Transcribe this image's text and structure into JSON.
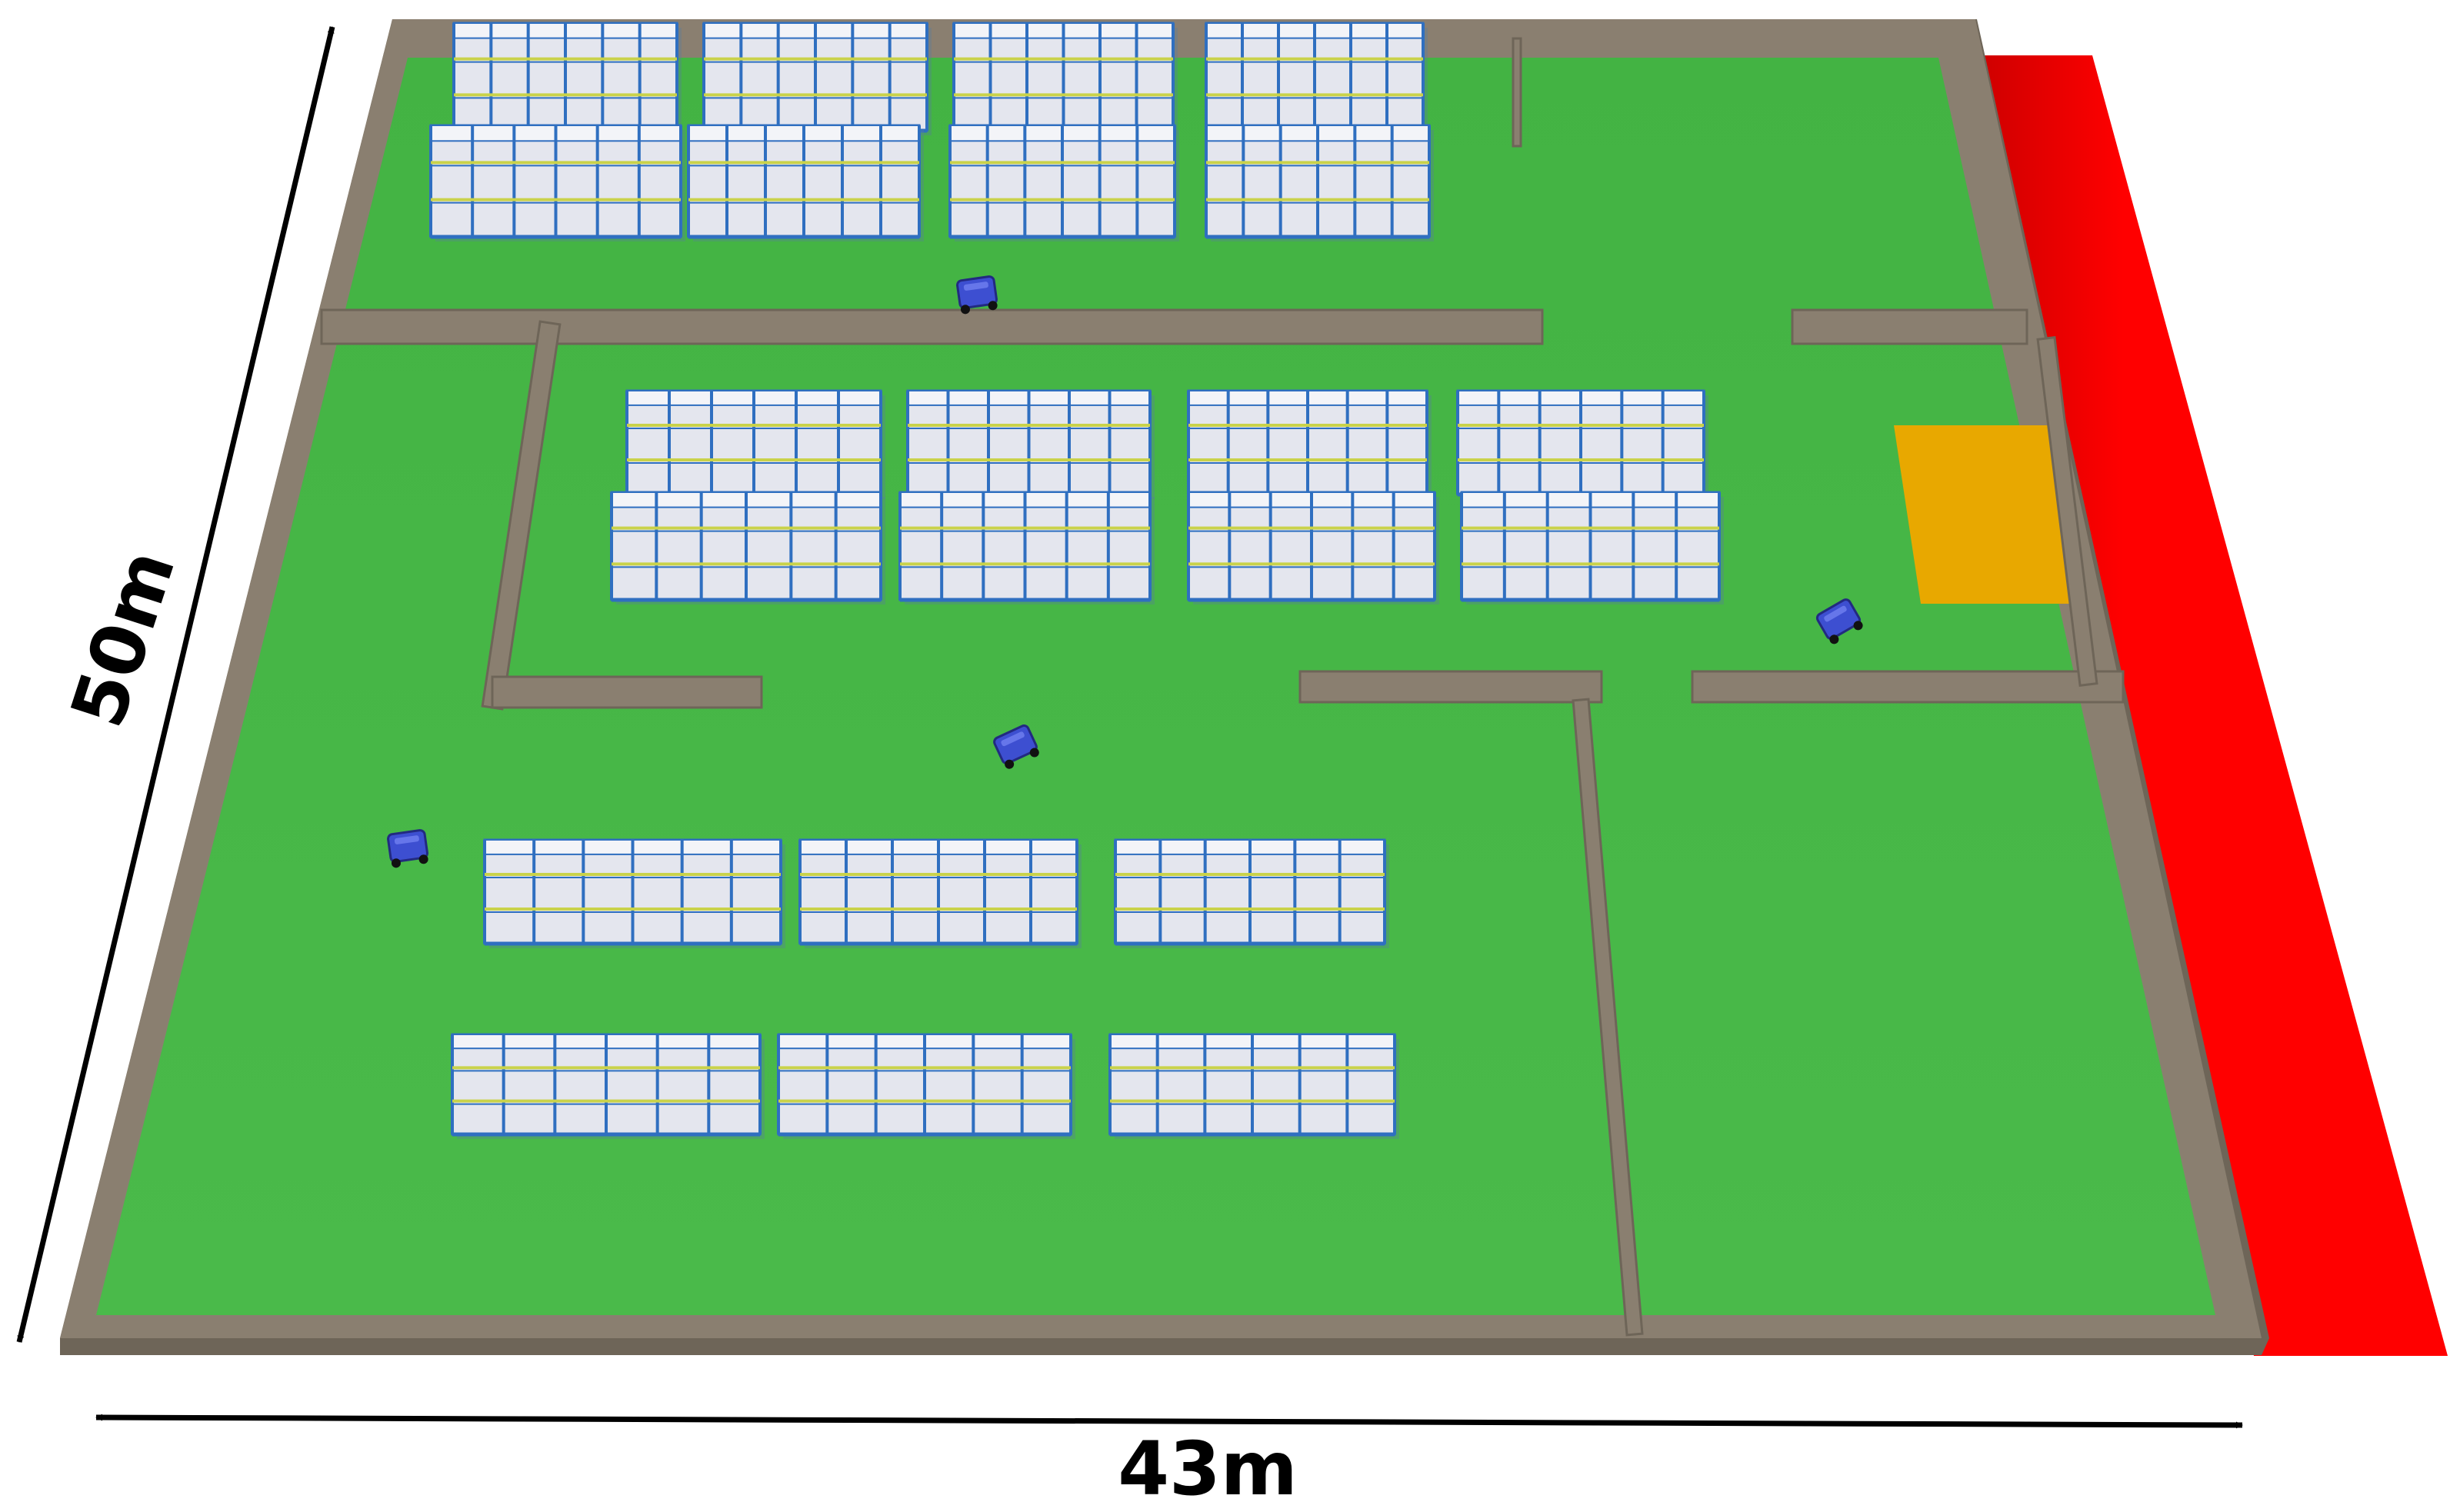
{
  "dimensions": {
    "width_label": "43m",
    "depth_label": "50m"
  },
  "colors": {
    "floor": "#46b746",
    "floor_dark": "#3aa03a",
    "wall_top": "#8a7f70",
    "wall_side": "#6e6558",
    "dock_strip": "#ff0000",
    "staging_area": "#e8a800",
    "robot": "#3d4fd1",
    "shelf_frame": "#2f6fc0",
    "shelf_panel": "#e4e6ee",
    "shelf_beam": "#c9d24a",
    "arrow": "#000000"
  },
  "layout": {
    "rack_groups": {
      "top_room_row1": 4,
      "top_room_row2": 4,
      "middle_room_row1": 4,
      "middle_room_row2": 4,
      "lower_left_row1": 3,
      "lower_left_row2": 3
    },
    "robot_count": 4,
    "icons": {
      "robot": "agv-robot-icon",
      "rack": "storage-rack-icon",
      "arrow": "double-arrow-icon"
    }
  }
}
